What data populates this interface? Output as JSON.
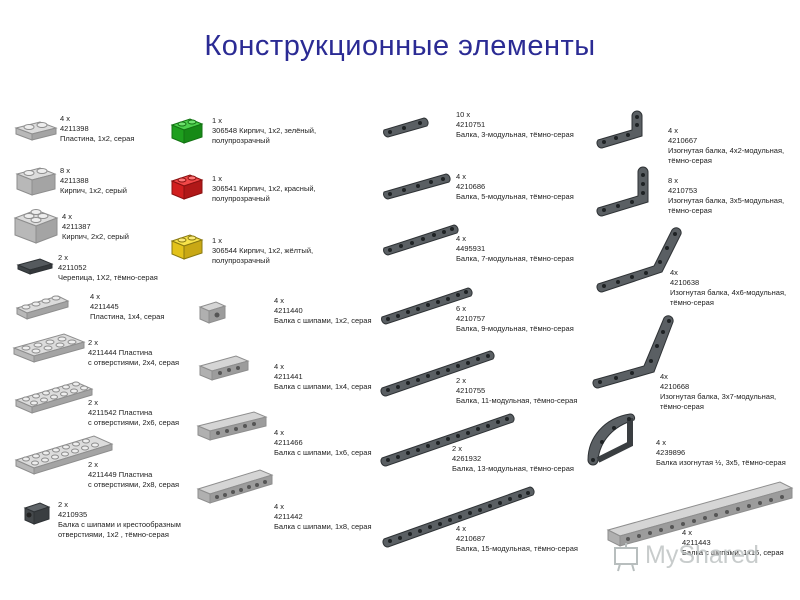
{
  "title": "Конструкционные элементы",
  "title_color": "#2b2b94",
  "watermark": "MyShared",
  "colors": {
    "light": "#c9c9c9",
    "light_edge": "#8e8e8e",
    "dark": "#5a5f63",
    "dark_edge": "#2e3235",
    "green": "#1ea31e",
    "red": "#d81f1f",
    "yellow": "#f0d01a"
  },
  "items": [
    {
      "icon": "plate-1x2-light-icon",
      "lines": [
        "4 x",
        "4211398",
        "Пластина, 1x2, серая"
      ]
    },
    {
      "icon": "brick-1x2-light-icon",
      "lines": [
        "8 x",
        "4211388",
        "Кирпич, 1x2, серый"
      ]
    },
    {
      "icon": "brick-2x2-light-icon",
      "lines": [
        "4 x",
        "4211387",
        "Кирпич, 2x2, серый"
      ]
    },
    {
      "icon": "tile-1x2-dark-icon",
      "lines": [
        "2 x",
        "4211052",
        "Черепица, 1X2, тёмно-серая"
      ]
    },
    {
      "icon": "plate-1x4-light-icon",
      "lines": [
        "4 x",
        "4211445",
        "Пластина, 1x4, серая"
      ]
    },
    {
      "icon": "plate-2x4-holes-icon",
      "lines": [
        "2 x",
        "4211444  Пластина",
        "с отверстиями, 2x4, серая"
      ]
    },
    {
      "icon": "plate-2x6-holes-icon",
      "lines": [
        "2 x",
        "4211542   Пластина",
        "с отверстиями, 2x6, серая"
      ]
    },
    {
      "icon": "plate-2x8-holes-icon",
      "lines": [
        "2 x",
        "4211449  Пластина",
        "с отверстиями, 2x8, серая"
      ]
    },
    {
      "icon": "beam-cross-hole-dark-icon",
      "lines": [
        "2 x",
        "4210935",
        "Балка с шипами и крестообразным",
        "отверстиями, 1x2 , тёмно-серая"
      ]
    },
    {
      "icon": "brick-1x2-green-icon",
      "lines": [
        "1 x",
        "306548  Кирпич, 1x2, зелёный,",
        "             полупрозрачный"
      ]
    },
    {
      "icon": "brick-1x2-red-icon",
      "lines": [
        "1 x",
        "306541  Кирпич, 1x2, красный,",
        "             полупрозрачный"
      ]
    },
    {
      "icon": "brick-1x2-yellow-icon",
      "lines": [
        "1 x",
        "306544  Кирпич, 1x2, жёлтый,",
        "             полупрозрачный"
      ]
    },
    {
      "icon": "studded-beam-1x2-icon",
      "lines": [
        "4 x",
        "4211440",
        "Балка с шипами, 1x2, серая"
      ]
    },
    {
      "icon": "studded-beam-1x4-icon",
      "lines": [
        "4 x",
        "4211441",
        "Балка с шипами, 1x4, серая"
      ]
    },
    {
      "icon": "studded-beam-1x6-icon",
      "lines": [
        "4 x",
        "4211466",
        "Балка с шипами, 1x6, серая"
      ]
    },
    {
      "icon": "studded-beam-1x8-icon",
      "lines": [
        "4 x",
        "4211442",
        "Балка с шипами, 1x8, серая"
      ]
    },
    {
      "icon": "beam-3-icon",
      "lines": [
        "10 x",
        "4210751",
        "Балка, 3-модульная, тёмно-серая"
      ]
    },
    {
      "icon": "beam-5-icon",
      "lines": [
        "4 x",
        "4210686",
        "Балка, 5-модульная, тёмно-серая"
      ]
    },
    {
      "icon": "beam-7-icon",
      "lines": [
        "4 x",
        "4495931",
        "Балка, 7-модульная, тёмно-серая"
      ]
    },
    {
      "icon": "beam-9-icon",
      "lines": [
        "6 x",
        "4210757",
        "Балка, 9-модульная, тёмно-серая"
      ]
    },
    {
      "icon": "beam-11-icon",
      "lines": [
        "2 x",
        "4210755",
        "Балка, 11-модульная, тёмно-серая"
      ]
    },
    {
      "icon": "beam-13-icon",
      "lines": [
        "2 x",
        "4261932",
        "Балка, 13-модульная, тёмно-серая"
      ]
    },
    {
      "icon": "beam-15-icon",
      "lines": [
        "4 x",
        "4210687",
        "Балка, 15-модульная, тёмно-серая"
      ]
    },
    {
      "icon": "bent-beam-4x2-icon",
      "lines": [
        "4 x",
        "4210667",
        "Изогнутая балка, 4x2-модульная,",
        "тёмно-серая"
      ]
    },
    {
      "icon": "bent-beam-3x5-icon",
      "lines": [
        "8 x",
        "4210753",
        "Изогнутая балка, 3x5-модульная,",
        "тёмно-серая"
      ]
    },
    {
      "icon": "bent-beam-4x6-icon",
      "lines": [
        "4x",
        "4210638",
        "Изогнутая балка, 4x6-модульная,",
        "тёмно-серая"
      ]
    },
    {
      "icon": "bent-beam-3x7-icon",
      "lines": [
        "4x",
        "4210668",
        "Изогнутая балка, 3x7-модульная,",
        "тёмно-серая"
      ]
    },
    {
      "icon": "half-beam-curved-icon",
      "lines": [
        "4 x",
        "4239896",
        "Балка изогнутая ½, 3x5, тёмно-серая"
      ]
    },
    {
      "icon": "studded-beam-1x16-icon",
      "lines": [
        "4 x",
        "4211443",
        "Балка с шипами, 1x16, серая"
      ]
    }
  ]
}
